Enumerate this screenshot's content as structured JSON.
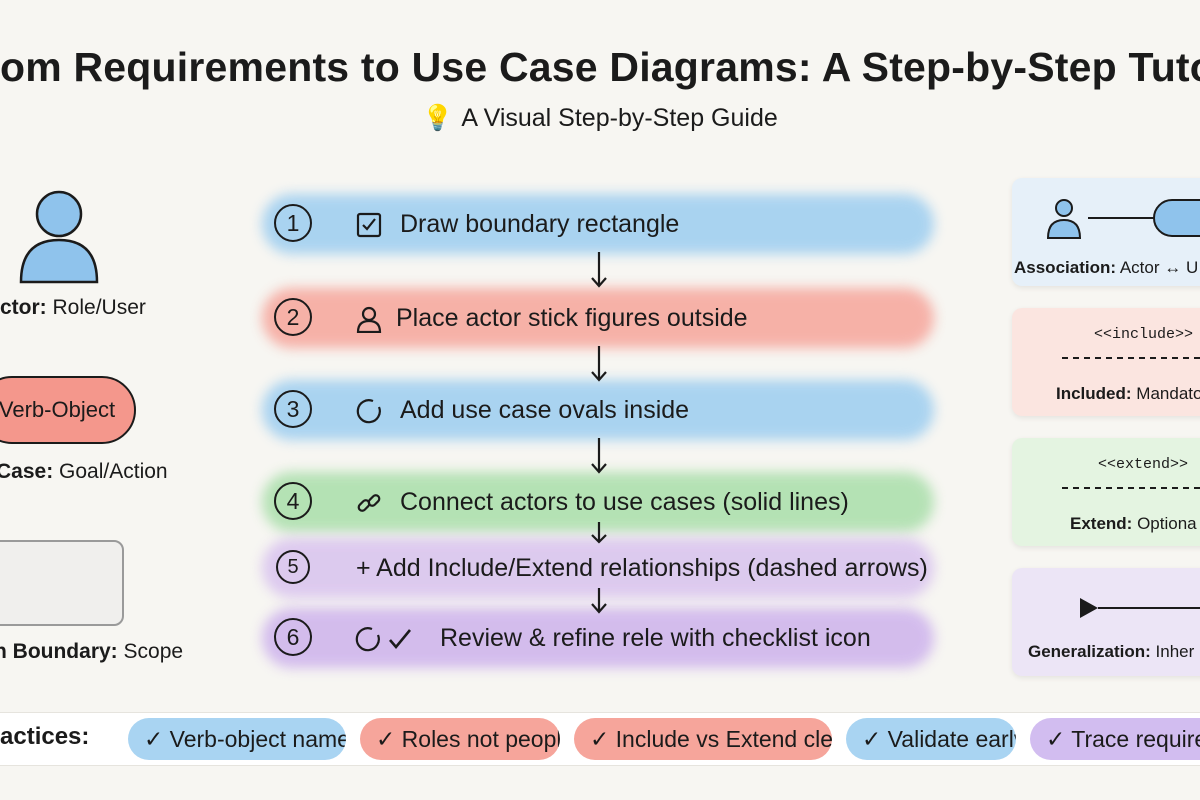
{
  "header": {
    "title": "om Requirements to Use Case Diagrams: A Step-by-Step Tutori",
    "subtitle": "A Visual Step-by-Step Guide",
    "subtitle_icon": "lightbulb-icon"
  },
  "legend": {
    "actor": {
      "label": "ctor:",
      "desc": "Role/User"
    },
    "use_case": {
      "shape_text": "Verb-Object",
      "label": "Case:",
      "desc": "Goal/Action"
    },
    "boundary": {
      "label": "n Boundary:",
      "desc": "Scope"
    }
  },
  "steps": [
    {
      "num": "1",
      "icon": "checkbox-icon",
      "text": "Draw boundary rectangle",
      "color": "#9ccdf0"
    },
    {
      "num": "2",
      "icon": "person-icon",
      "text": "Place actor stick figures outside",
      "color": "#f6a59b"
    },
    {
      "num": "3",
      "icon": "circle-icon",
      "text": "Add use case ovals inside",
      "color": "#9ccdf0"
    },
    {
      "num": "4",
      "icon": "link-icon",
      "text": "Connect actors to use cases (solid lines)",
      "color": "#a9deaa"
    },
    {
      "num": "5",
      "icon": "plus-icon",
      "text": "+ Add Include/Extend relationships (dashed arrows)",
      "color": "#d8c2ee"
    },
    {
      "num": "6",
      "icon": "refresh-check-icon",
      "text": "Review & refine rele with checklist icon",
      "color": "#cdb2ec"
    }
  ],
  "relations": {
    "association": {
      "label": "Association:",
      "desc": "Actor ↔ U",
      "bg": "#e6f0f9"
    },
    "include": {
      "stereotype": "<<include>>",
      "label": "Included:",
      "desc": "Mandato",
      "bg": "#fbe5e0"
    },
    "extend": {
      "stereotype": "<<extend>>",
      "label": "Extend:",
      "desc": "Optiona",
      "bg": "#e4f4e1"
    },
    "generalization": {
      "label": "Generalization:",
      "desc": "Inher",
      "bg": "#ece5f6"
    }
  },
  "best_practices": {
    "label": "t Practices:",
    "items": [
      {
        "text": "✓ Verb-object names",
        "color": "#a9d4f2"
      },
      {
        "text": "✓ Roles not people",
        "color": "#f6a59b"
      },
      {
        "text": "✓ Include vs Extend clear",
        "color": "#f6a59b"
      },
      {
        "text": "✓ Validate early",
        "color": "#a9d4f2"
      },
      {
        "text": "✓ Trace requirem",
        "color": "#d2bdf0"
      }
    ]
  },
  "colors": {
    "actor_fill": "#8fc3ec",
    "use_case_fill": "#f4978c",
    "boundary_fill": "#f0efed",
    "ink": "#1b1b1b"
  }
}
